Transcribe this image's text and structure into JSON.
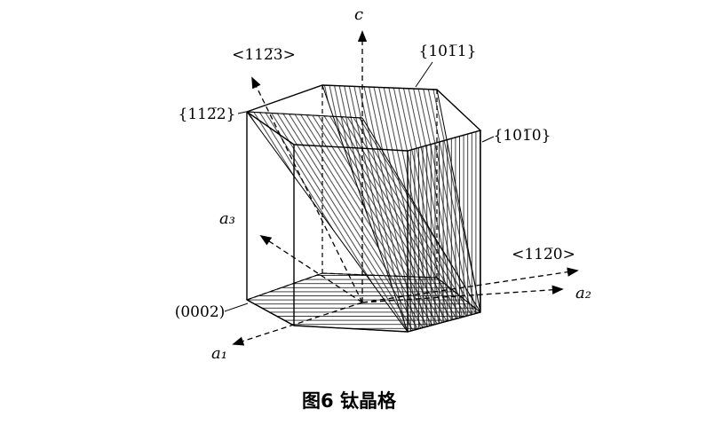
{
  "figure": {
    "caption": "图6 钛晶格"
  },
  "axes": {
    "c": "c",
    "a1": "a₁",
    "a2": "a₂",
    "a3": "a₃"
  },
  "directions": {
    "d1123": "<112̅3>",
    "d1120": "<112̅0>"
  },
  "planes": {
    "p1011": "{101̅1}",
    "p1122": "{112̅2}",
    "p1010": "{101̅0}",
    "p0002": "(0002)"
  },
  "colors": {
    "line": "#000000",
    "background": "#ffffff"
  }
}
